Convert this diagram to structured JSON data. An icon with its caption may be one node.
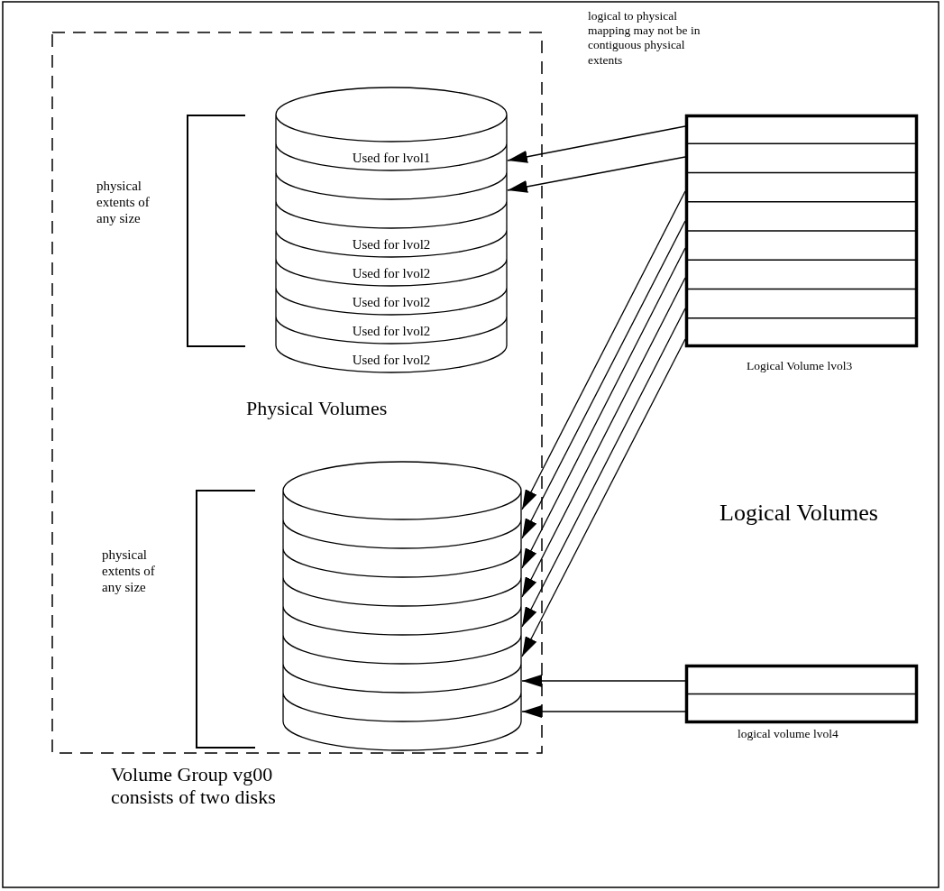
{
  "diagram": {
    "nodes": [
      {
        "text": [
          "Volume Group vg00 consists of two disks"
        ]
      },
      {
        "text": [
          "Used for lvol1",
          "Used for lvol2",
          "Used for lvol2",
          "Used for lvol2",
          "Used for lvol2",
          "Used for lvol2"
        ],
        "in": 0
      },
      {
        "text": [],
        "shape": "cylinder",
        "in": 0
      },
      {
        "text": [
          "Logical Volume lvol3"
        ]
      },
      {
        "text": [
          "logical volume lvol4"
        ]
      }
    ],
    "edges": [
      {
        "from": 3,
        "to": 1,
        "arrow": "to"
      },
      {
        "from": 3,
        "to": 1,
        "arrow": "to"
      },
      {
        "from": 3,
        "to": 2,
        "arrow": "to"
      },
      {
        "from": 3,
        "to": 2,
        "arrow": "to"
      },
      {
        "from": 3,
        "to": 2,
        "arrow": "to"
      },
      {
        "from": 3,
        "to": 2,
        "arrow": "to"
      },
      {
        "from": 3,
        "to": 2,
        "arrow": "to"
      },
      {
        "from": 3,
        "to": 2,
        "arrow": "to"
      },
      {
        "from": 4,
        "to": 2,
        "arrow": "to"
      },
      {
        "from": 4,
        "to": 2,
        "arrow": "to"
      }
    ],
    "labels": [
      "logical to physical mapping may not be in contiguous physical extents",
      "physical extents of any size",
      "Physical Volumes",
      "Logical Volumes",
      "physical extents of any size"
    ]
  }
}
